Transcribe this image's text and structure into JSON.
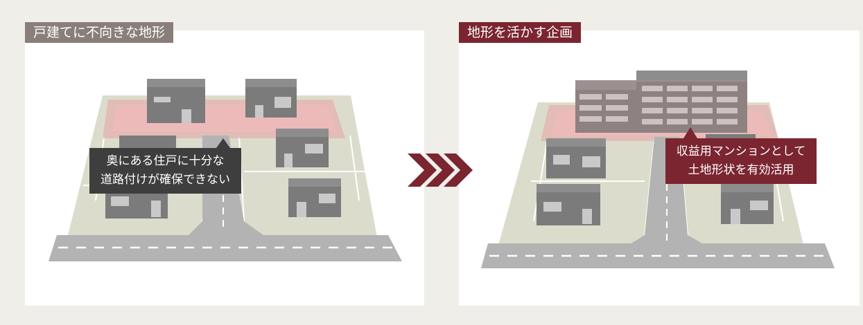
{
  "left_panel": {
    "title": "戸建てに不向きな地形",
    "callout_line1": "奥にある住戸に十分な",
    "callout_line2": "道路付けが確保できない"
  },
  "right_panel": {
    "title": "地形を活かす企画",
    "callout_line1": "収益用マンションとして",
    "callout_line2": "土地形状を有効活用"
  },
  "colors": {
    "background": "#efeee8",
    "tag_gray": "#8a7e7a",
    "tag_red": "#7a2530",
    "highlight": "#e7a3a6",
    "building": "#7b7b7b",
    "road": "#b3b3b3",
    "land": "#dcdccd",
    "arrow": "#7a2530"
  },
  "icons": {
    "arrow": "triple-chevron-right-icon"
  }
}
